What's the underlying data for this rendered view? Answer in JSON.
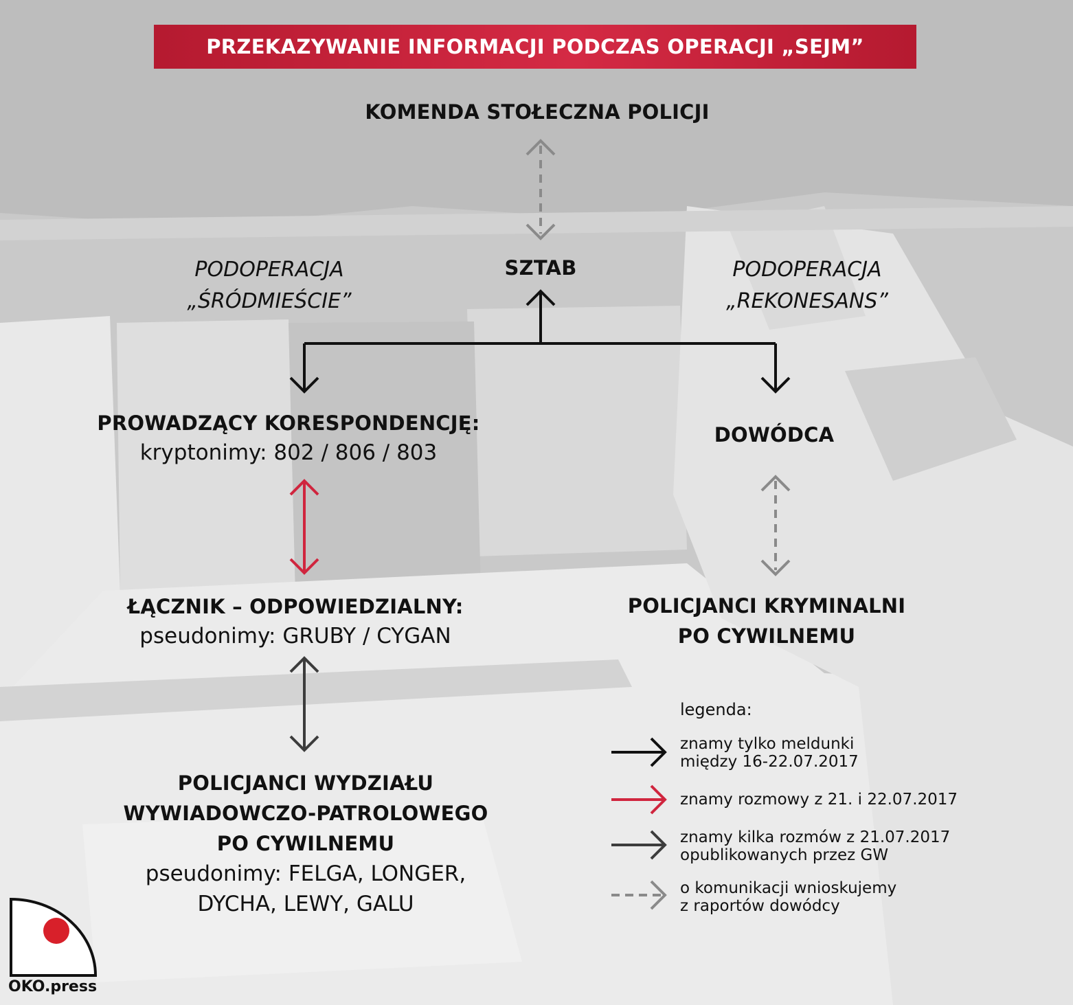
{
  "title": "PRZEKAZYWANIE INFORMACJI PODCZAS OPERACJI „SEJM”",
  "nodes": {
    "ksp": "KOMENDA STOŁECZNA POLICJI",
    "sztab": "SZTAB",
    "sub_left": [
      "PODOPERACJA",
      "„ŚRÓDMIEŚCIE”"
    ],
    "sub_right": [
      "PODOPERACJA",
      "„REKONESANS”"
    ],
    "prowadzacy": {
      "title": "PROWADZĄCY KORESPONDENCJĘ:",
      "sub": "kryptonimy: 802 / 806 / 803"
    },
    "dowodca": "DOWÓDCA",
    "lacznik": {
      "title": "ŁĄCZNIK – ODPOWIEDZIALNY:",
      "sub": "pseudonimy: GRUBY / CYGAN"
    },
    "kryminalni": [
      "POLICJANCI KRYMINALNI",
      "PO CYWILNEMU"
    ],
    "wywiadowcy": {
      "lines": [
        "POLICJANCI WYDZIAŁU",
        "WYWIADOWCZO-PATROLOWEGO",
        "PO CYWILNEMU"
      ],
      "sub": [
        "pseudonimy: FELGA, LONGER,",
        "DYCHA, LEWY, GALU"
      ]
    }
  },
  "legend": {
    "heading": "legenda:",
    "items": [
      {
        "style": "solid-black",
        "lines": [
          "znamy tylko meldunki",
          "między 16-22.07.2017"
        ]
      },
      {
        "style": "solid-red",
        "lines": [
          "znamy rozmowy z 21. i 22.07.2017"
        ]
      },
      {
        "style": "solid-dark-gray",
        "lines": [
          "znamy kilka rozmów z 21.07.2017",
          "opublikowanych przez GW"
        ]
      },
      {
        "style": "dashed-gray",
        "lines": [
          "o komunikacji wnioskujemy",
          "z raportów dowódcy"
        ]
      }
    ]
  },
  "colors": {
    "title_bar": "#c5203a",
    "black_arrow": "#111111",
    "red_arrow": "#d0253e",
    "dark_gray_arrow": "#3c3c3c",
    "dashed_arrow": "#8a8a8a",
    "logo_dot": "#d8202a"
  },
  "logo": "OKO.press"
}
